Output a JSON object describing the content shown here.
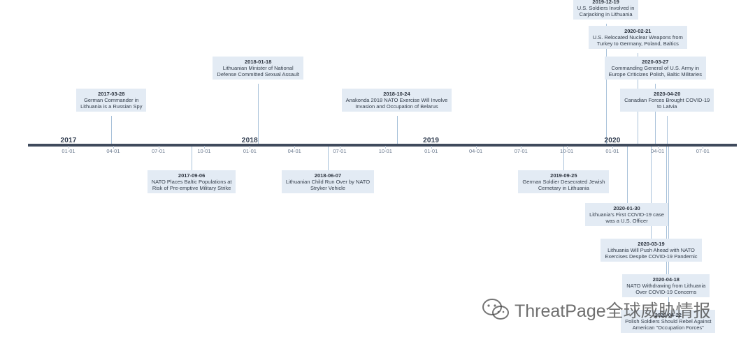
{
  "timeline": {
    "years": [
      {
        "label": "2017",
        "date": "2017-01-01"
      },
      {
        "label": "2018",
        "date": "2018-01-01"
      },
      {
        "label": "2019",
        "date": "2019-01-01"
      },
      {
        "label": "2020",
        "date": "2020-01-01"
      }
    ],
    "ticks": [
      "2017-01-01",
      "2017-04-01",
      "2017-07-01",
      "2017-10-01",
      "2018-01-01",
      "2018-04-01",
      "2018-07-01",
      "2018-10-01",
      "2019-01-01",
      "2019-04-01",
      "2019-07-01",
      "2019-10-01",
      "2020-01-01",
      "2020-04-01",
      "2020-07-01"
    ],
    "events": [
      {
        "date": "2017-03-28",
        "title": [
          "German Commander in",
          "Lithuania is a Russian Spy"
        ],
        "side": "above",
        "level": 1
      },
      {
        "date": "2017-09-06",
        "title": [
          "NATO Places Baltic Populations at",
          "Risk of Pre-emptive Military Strike"
        ],
        "side": "below",
        "level": 1
      },
      {
        "date": "2018-01-18",
        "title": [
          "Lithuanian Minister of National",
          "Defense Committed Sexual Assault"
        ],
        "side": "above",
        "level": 3
      },
      {
        "date": "2018-06-07",
        "title": [
          "Lithuanian Child Run Over by NATO",
          "Stryker Vehicle"
        ],
        "side": "below",
        "level": 1
      },
      {
        "date": "2018-10-24",
        "title": [
          "Anakonda 2018 NATO Exercise Will Involve",
          "Invasion and Occupation of Belarus"
        ],
        "side": "above",
        "level": 1
      },
      {
        "date": "2019-09-25",
        "title": [
          "German Soldier Desecrated Jewish",
          "Cemetary in Lithuania"
        ],
        "side": "below",
        "level": 1
      },
      {
        "date": "2019-12-19",
        "title": [
          "U.S. Soldiers Involved in",
          "Carjacking in Lithuania"
        ],
        "side": "above",
        "level": 5
      },
      {
        "date": "2020-01-30",
        "title": [
          "Lithuania's First COVID-19 case",
          "was a  U.S. Officer"
        ],
        "side": "below",
        "level": 2
      },
      {
        "date": "2020-02-21",
        "title": [
          "U.S. Relocated Nuclear Weapons from",
          "Turkey to Germany, Poland, Baltics"
        ],
        "side": "above",
        "level": 4
      },
      {
        "date": "2020-03-19",
        "title": [
          "Lithuania Will Push Ahead with NATO",
          "Exercises Despite COVID-19 Pandemic"
        ],
        "side": "below",
        "level": 3
      },
      {
        "date": "2020-03-27",
        "title": [
          "Commanding General of U.S. Army in",
          "Europe Criticizes Polish, Baltic Militaries"
        ],
        "side": "above",
        "level": 3
      },
      {
        "date": "2020-04-18",
        "title": [
          "NATO Withdrawing from Lithuania",
          "Over COVID-19 Concerns"
        ],
        "side": "below",
        "level": 4
      },
      {
        "date": "2020-04-20",
        "title": [
          "Canadian Forces Brought COVID-19",
          "to Latvia"
        ],
        "side": "above",
        "level": 2
      },
      {
        "date": "2020-04-22",
        "title": [
          "Polish Soldiers Should Rebel Against",
          "American \"Occupation Forces\""
        ],
        "side": "below",
        "level": 5
      }
    ]
  },
  "watermark": {
    "text": "ThreatPage全球威胁情报",
    "icon": "wechat-icon"
  },
  "colors": {
    "axis": "#3f4a5c",
    "box": "#e3ebf4",
    "connector": "#a9c2da",
    "year": "#2f3b4e",
    "tick": "#6b7a8f"
  }
}
